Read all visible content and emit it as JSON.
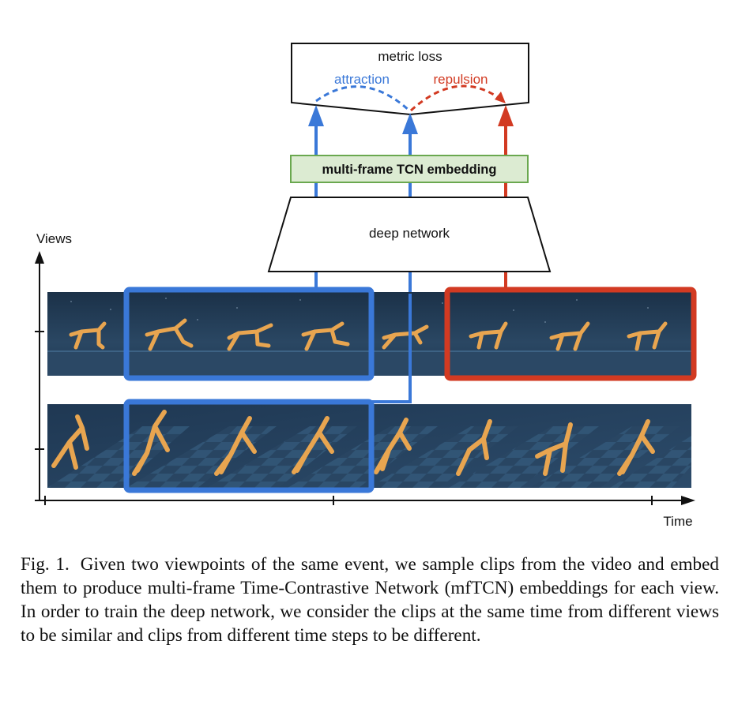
{
  "figure": {
    "metric_loss": "metric loss",
    "attraction": "attraction",
    "repulsion": "repulsion",
    "embedding_label": "multi-frame TCN embedding",
    "network_label": "deep network",
    "y_axis_label": "Views",
    "x_axis_label": "Time",
    "colors": {
      "attraction": "#3a78d8",
      "repulsion": "#d23a22",
      "embedding_fill": "#dcebd2",
      "embedding_border": "#6aa84f",
      "sky": "#1d3550",
      "ground": "#2f4d6b",
      "walker": "#e8a550"
    }
  },
  "caption": {
    "fig_label": "Fig. 1.",
    "text": "Given two viewpoints of the same event, we sample clips from the video and embed them to produce multi-frame Time-Contrastive Network (mfTCN) embeddings for each view. In order to train the deep network, we consider the clips at the same time from different views to be similar and clips from different time steps to be different."
  }
}
